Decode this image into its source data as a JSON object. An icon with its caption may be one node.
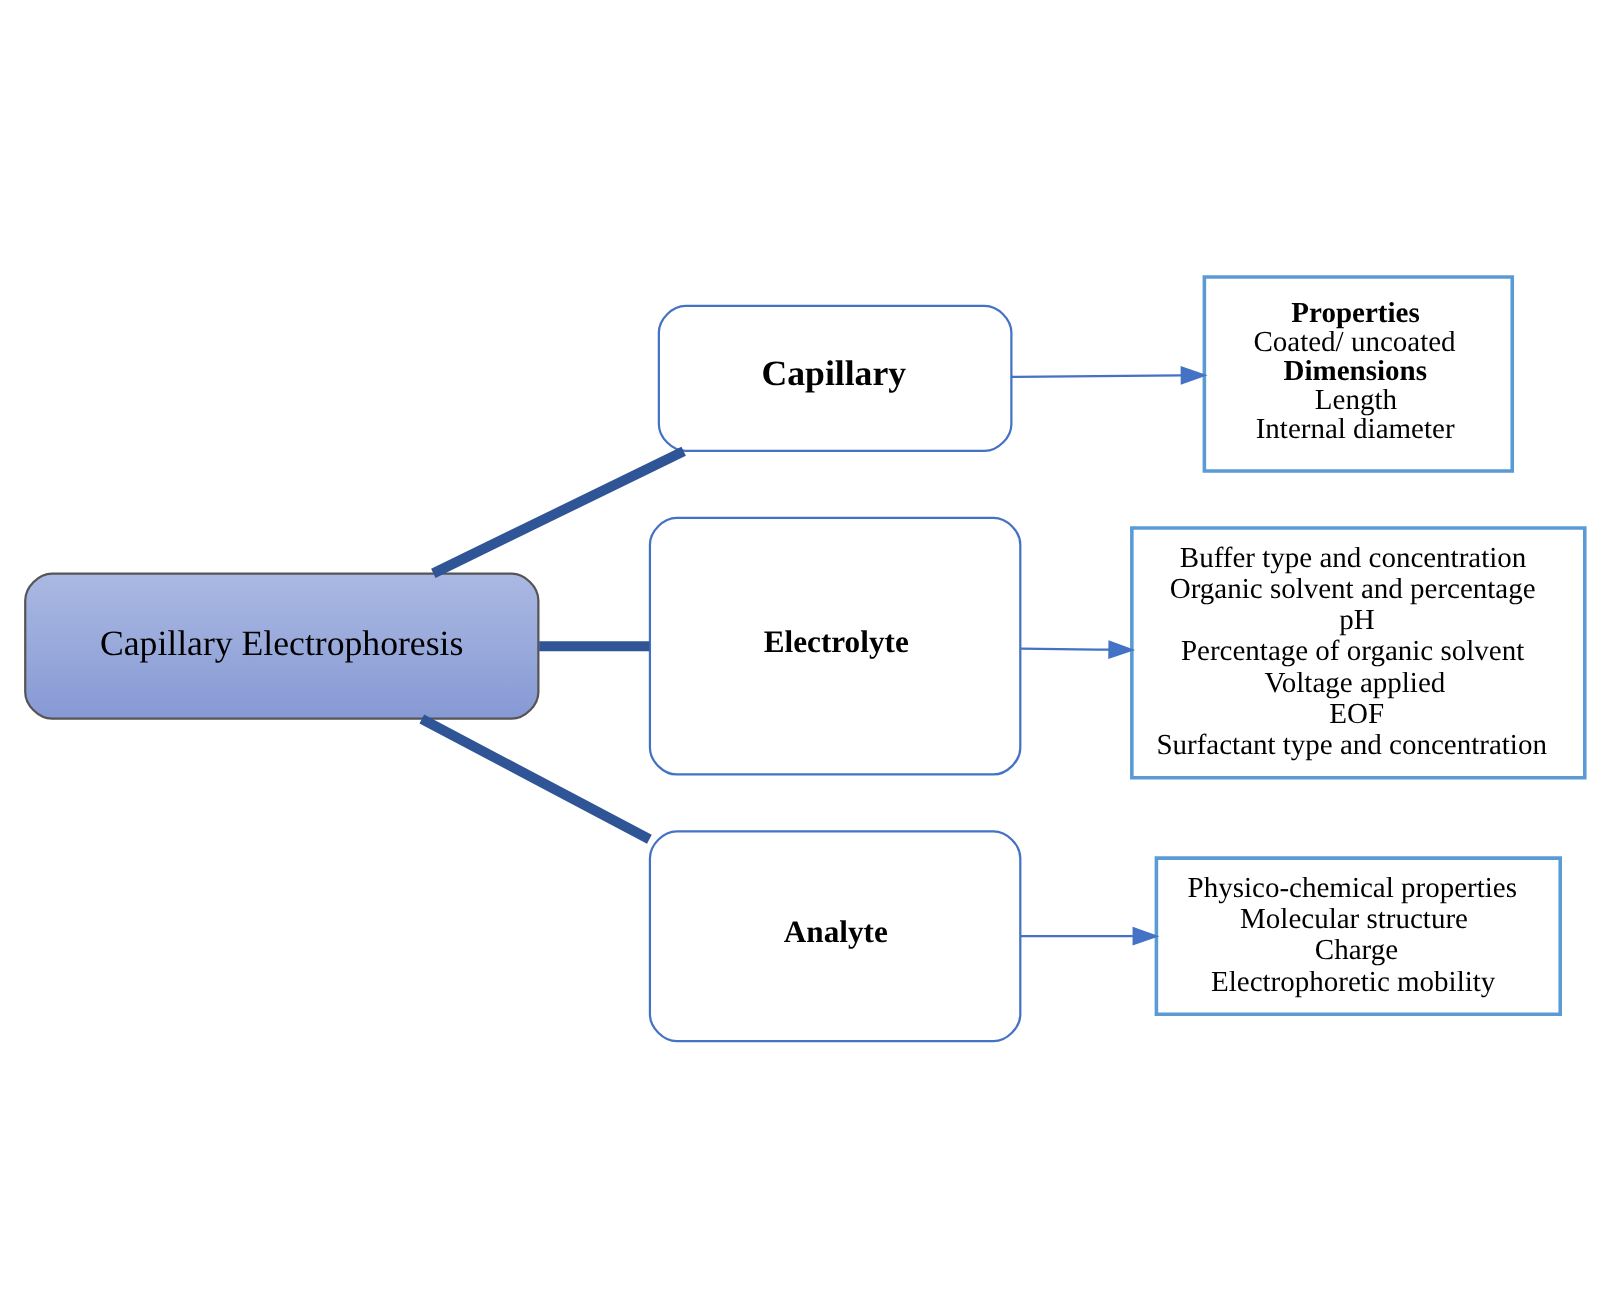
{
  "diagram": {
    "nodes": [
      {
        "text": [
          "Capillary Electrophoresis"
        ]
      },
      {
        "text": [
          "Capillary"
        ]
      },
      {
        "text": [
          "Properties",
          "Coated/ uncoated",
          "Dimensions",
          "Length",
          "Internal diameter"
        ]
      },
      {
        "text": [
          "Electrolyte"
        ]
      },
      {
        "text": [
          "Buffer type and concentration",
          "Organic solvent and percentage",
          "pH",
          "Percentage of organic solvent",
          "Voltage applied",
          "EOF",
          "Surfactant type and concentration"
        ]
      },
      {
        "text": [
          "Analyte"
        ]
      },
      {
        "text": [
          "Physico-chemical properties",
          "Molecular structure",
          "Charge",
          "Electrophoretic mobility"
        ]
      }
    ],
    "edges": [
      {
        "from": 0,
        "to": 1,
        "arrow": "none",
        "style": "thick",
        "color": "#2f5597"
      },
      {
        "from": 0,
        "to": 3,
        "arrow": "none",
        "style": "thick",
        "color": "#2f5597"
      },
      {
        "from": 0,
        "to": 5,
        "arrow": "none",
        "style": "thick",
        "color": "#2f5597"
      },
      {
        "from": 1,
        "to": 2,
        "arrow": "to"
      },
      {
        "from": 3,
        "to": 4,
        "arrow": "to"
      },
      {
        "from": 5,
        "to": 6,
        "arrow": "to"
      }
    ]
  }
}
